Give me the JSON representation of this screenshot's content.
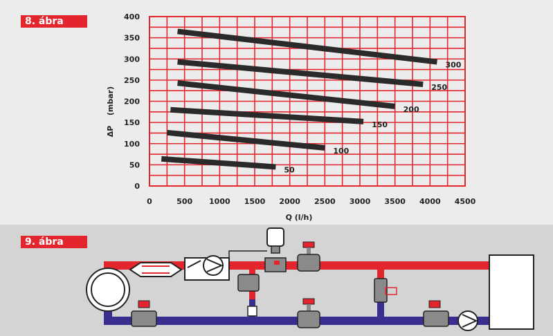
{
  "figure8": {
    "label": "8. ábra",
    "chart_data": {
      "type": "line",
      "xlabel": "Q (l/h)",
      "ylabel_symbol": "ΔP",
      "ylabel_unit": "(mbar)",
      "xlim": [
        0,
        4500
      ],
      "ylim": [
        0,
        400
      ],
      "x_ticks": [
        0,
        500,
        1000,
        1500,
        2000,
        2500,
        3000,
        3500,
        4000,
        4500
      ],
      "y_ticks": [
        0,
        50,
        100,
        150,
        200,
        250,
        300,
        350,
        400
      ],
      "grid": true,
      "series": [
        {
          "name": "300",
          "x": [
            400,
            4100
          ],
          "y": [
            365,
            293
          ]
        },
        {
          "name": "250",
          "x": [
            400,
            3900
          ],
          "y": [
            293,
            240
          ]
        },
        {
          "name": "200",
          "x": [
            400,
            3500
          ],
          "y": [
            243,
            188
          ]
        },
        {
          "name": "150",
          "x": [
            300,
            3050
          ],
          "y": [
            180,
            152
          ]
        },
        {
          "name": "100",
          "x": [
            250,
            2500
          ],
          "y": [
            126,
            90
          ]
        },
        {
          "name": "50",
          "x": [
            170,
            1800
          ],
          "y": [
            64,
            45
          ]
        }
      ]
    }
  },
  "figure9": {
    "label": "9. ábra",
    "colors": {
      "supply": "#e3262e",
      "return": "#3a2f91",
      "component": "#8a8a8a",
      "frame": "#222222"
    }
  }
}
